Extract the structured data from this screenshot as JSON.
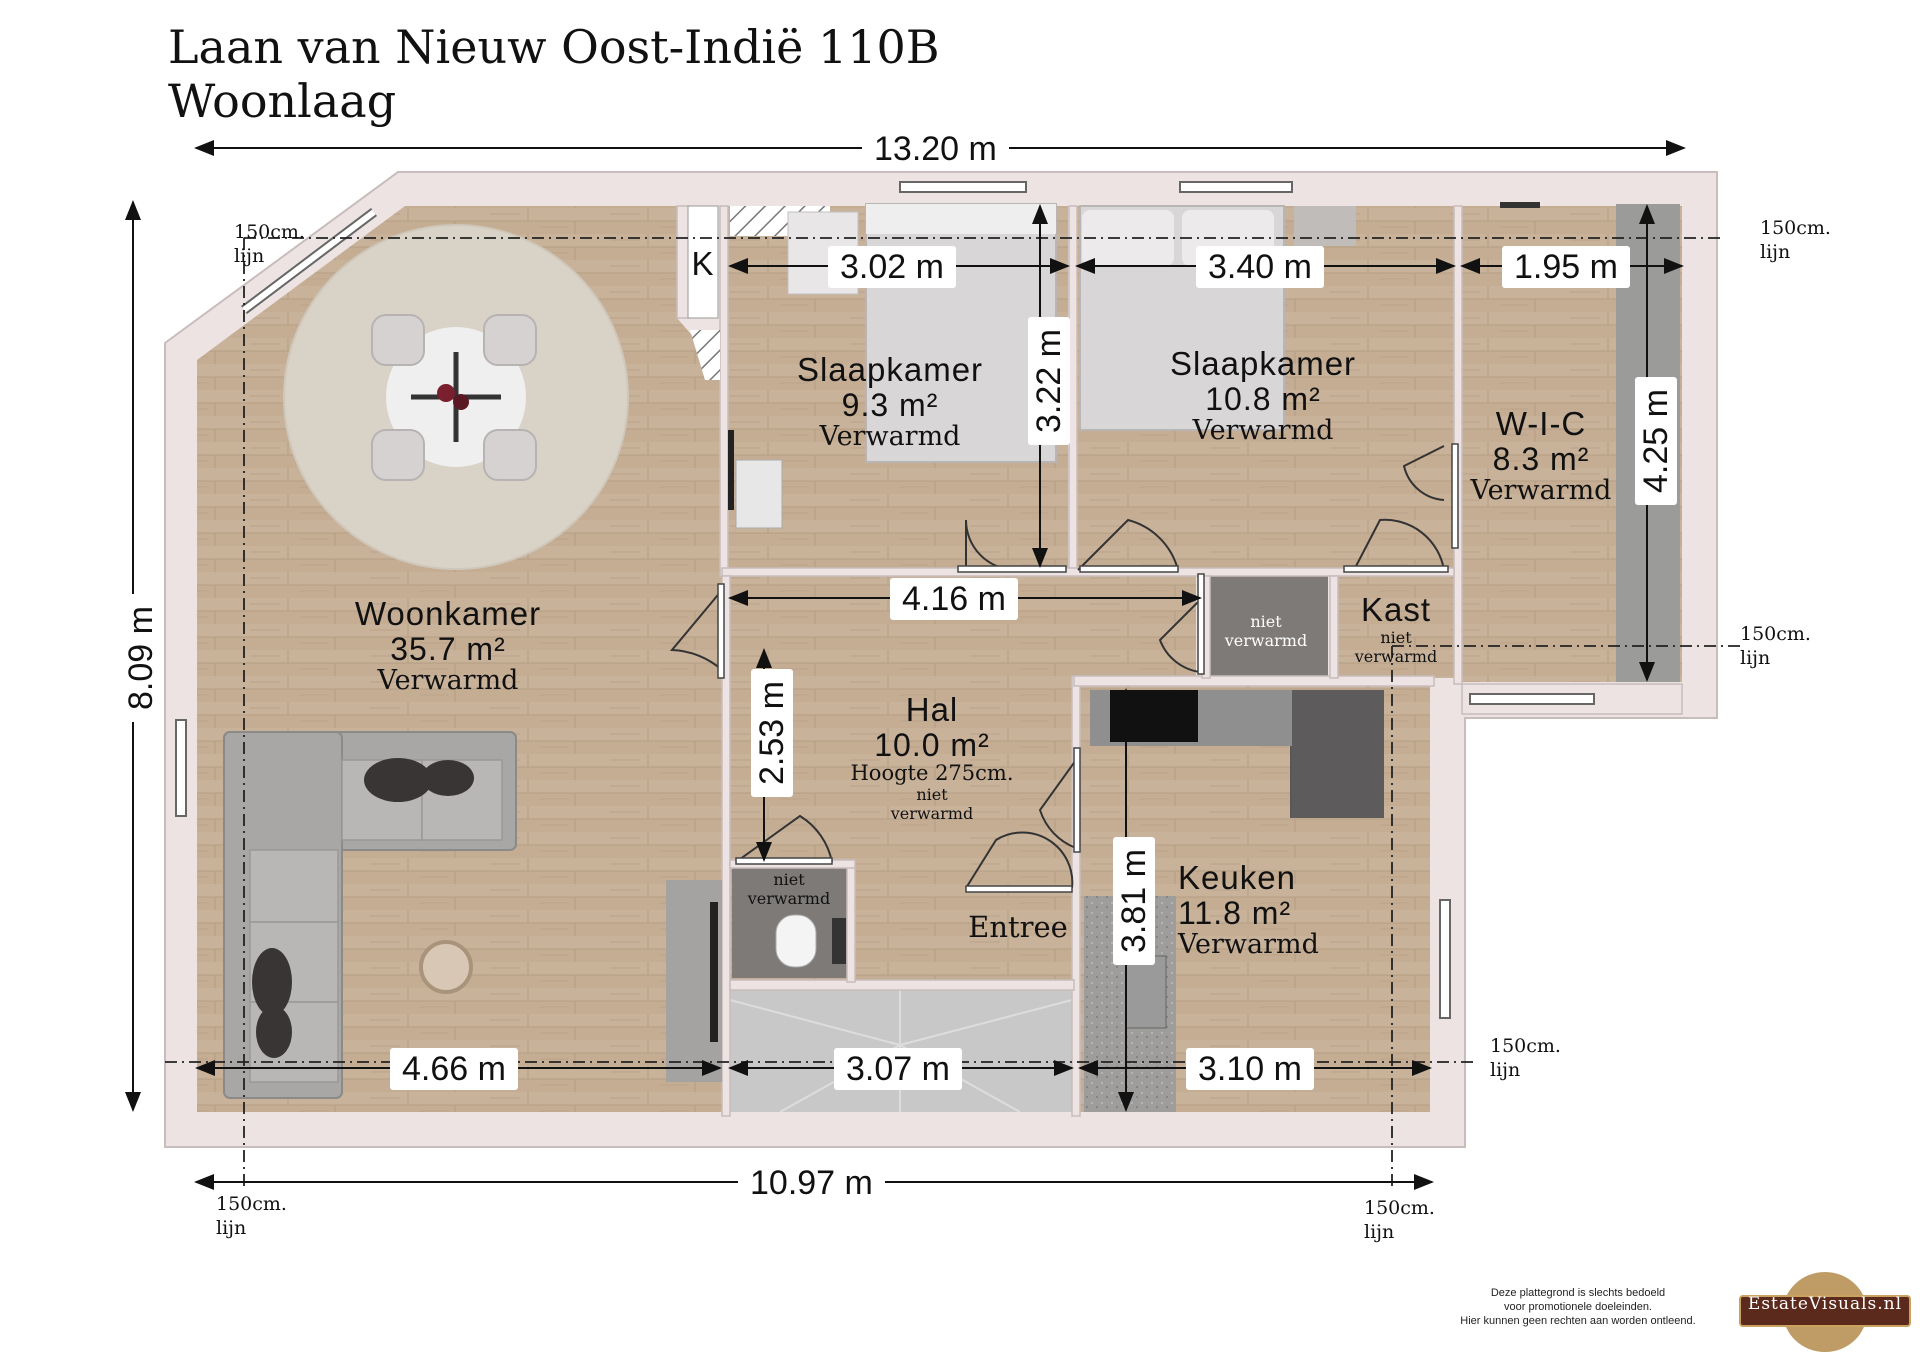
{
  "title": {
    "address": "Laan van Nieuw Oost-Indië 110B",
    "floor": "Woonlaag"
  },
  "dimensions": {
    "overall_width": "13.20 m",
    "overall_height": "8.09 m",
    "bottom_width": "10.97 m",
    "slaapkamer1_width": "3.02 m",
    "slaapkamer2_width": "3.40 m",
    "wic_width": "1.95 m",
    "slaapkamer1_depth": "3.22 m",
    "wic_depth": "4.25 m",
    "hal_width": "4.16 m",
    "hal_depth": "2.53 m",
    "woonkamer_width": "4.66 m",
    "stair_width": "3.07 m",
    "keuken_width": "3.10 m",
    "keuken_depth": "3.81 m"
  },
  "rooms": {
    "woonkamer": {
      "name": "Woonkamer",
      "area": "35.7 m²",
      "status": "Verwarmd"
    },
    "slaapkamer1": {
      "name": "Slaapkamer",
      "area": "9.3 m²",
      "status": "Verwarmd"
    },
    "slaapkamer2": {
      "name": "Slaapkamer",
      "area": "10.8 m²",
      "status": "Verwarmd"
    },
    "wic": {
      "name": "W-I-C",
      "area": "8.3 m²",
      "status": "Verwarmd"
    },
    "hal": {
      "name": "Hal",
      "area": "10.0 m²",
      "height": "Hoogte 275cm.",
      "status_line1": "niet",
      "status_line2": "verwarmd"
    },
    "keuken": {
      "name": "Keuken",
      "area": "11.8 m²",
      "status": "Verwarmd"
    },
    "kast": {
      "name": "Kast",
      "status_line1": "niet",
      "status_line2": "verwarmd"
    },
    "toilet": {
      "status_line1": "niet",
      "status_line2": "verwarmd"
    },
    "meterkast": {
      "status_line1": "niet",
      "status_line2": "verwarmd"
    },
    "entree": {
      "name": "Entree"
    },
    "k": {
      "name": "K"
    }
  },
  "line_notes": {
    "line_text": "150cm.",
    "line_word": "lijn"
  },
  "disclaimer": {
    "line1": "Deze plattegrond is slechts bedoeld",
    "line2": "voor promotionele doeleinden.",
    "line3": "Hier kunnen geen rechten aan worden ontleend."
  },
  "brand": {
    "name": "EstateVisuals.nl"
  },
  "colors": {
    "floor_wood": "#c4ad93",
    "wall": "#ede3e3",
    "tile": "#7d7a78",
    "stair": "#c9c8c8"
  }
}
